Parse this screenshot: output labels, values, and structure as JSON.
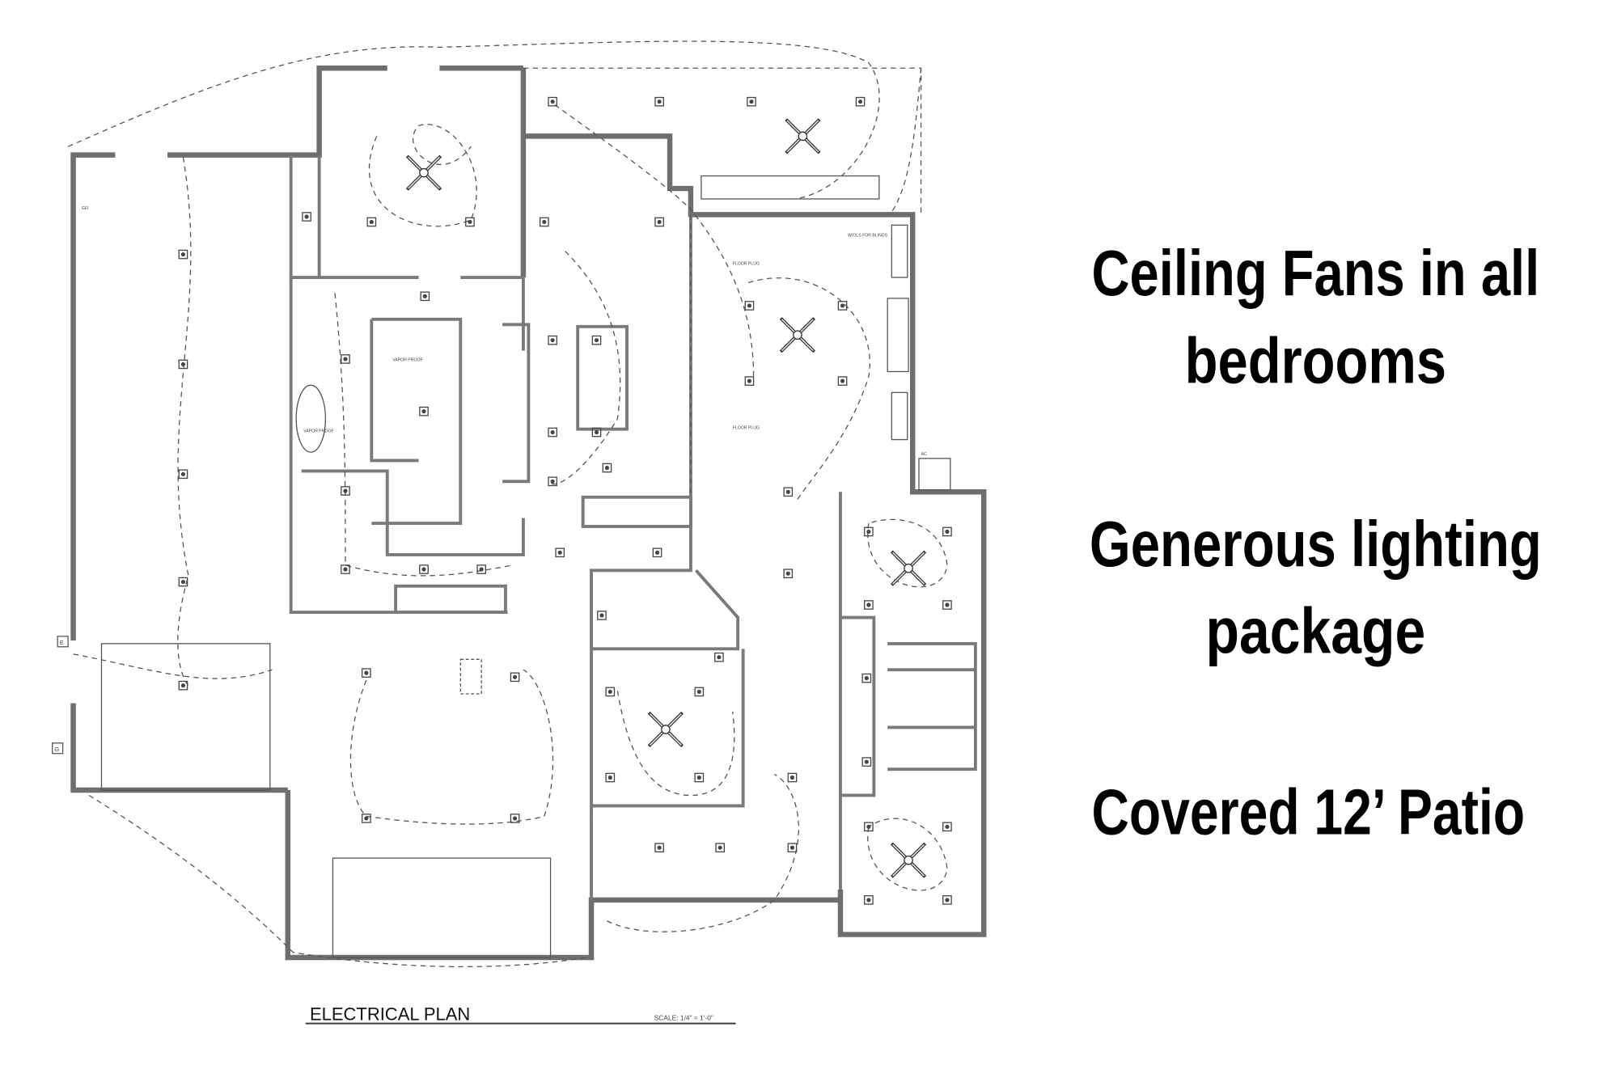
{
  "plan": {
    "title": "ELECTRICAL PLAN",
    "scale": "SCALE: 1/4\" = 1'-0\"",
    "labels": {
      "floor_plug": "FLOOR PLUG",
      "vapor_proof": "VAPOR PROOF",
      "gfi": "GFI",
      "plugs_blinds": "W/OLS FOR BLINDS",
      "ac": "AC",
      "e": "E",
      "g": "G"
    }
  },
  "features": [
    {
      "line1": "Ceiling Fans in all",
      "line2": "bedrooms"
    },
    {
      "line1": "Generous lighting",
      "line2": "package"
    },
    {
      "line1": "Covered 12’ Patio"
    }
  ]
}
